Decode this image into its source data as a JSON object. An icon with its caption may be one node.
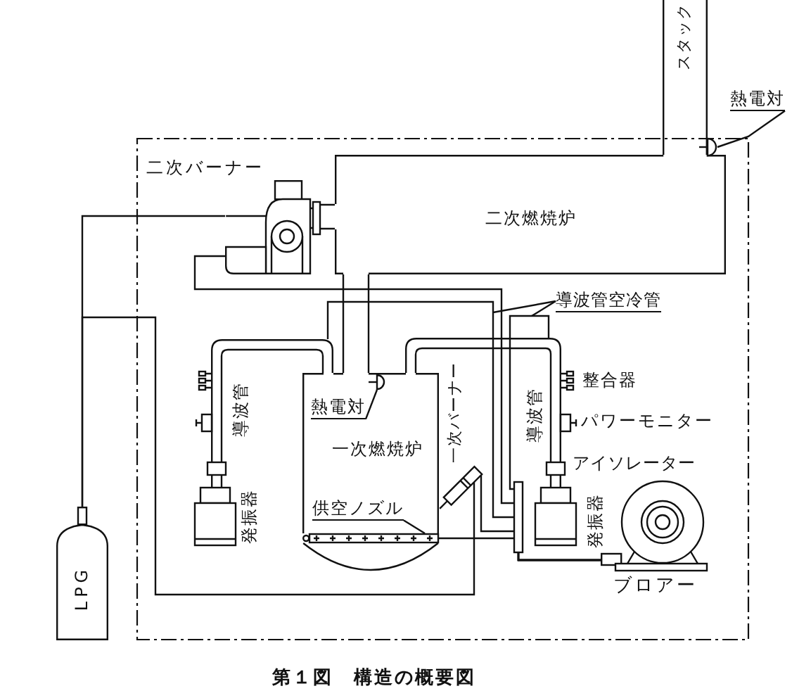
{
  "diagram": {
    "caption": "第１図　構造の概要図",
    "nodes": [
      {
        "text": [
          "スタック"
        ]
      },
      {
        "text": [
          "熱電対"
        ]
      },
      {
        "text": [],
        "shape": "picture"
      },
      {
        "text": [],
        "shape": "picture",
        "beside": [
          "二次バーナー"
        ]
      },
      {
        "text": [
          "二次燃焼炉"
        ]
      },
      {
        "text": [
          "導波管空冷管"
        ]
      },
      {
        "text": [
          "導波管"
        ]
      },
      {
        "text": [
          "一次燃焼炉"
        ]
      },
      {
        "text": [
          "熱電対"
        ],
        "in": 7
      },
      {
        "text": [],
        "shape": "picture",
        "in": 7
      },
      {
        "text": [],
        "shape": "picture",
        "beside": [
          "導波管"
        ]
      },
      {
        "text": [],
        "shape": "picture",
        "beside": [
          "一次バーナー"
        ]
      },
      {
        "text": [
          "供空ノズル"
        ],
        "in": 7
      },
      {
        "text": [],
        "shape": "bar",
        "in": 7
      },
      {
        "text": [
          "LPG"
        ]
      },
      {
        "text": [],
        "shape": "picture",
        "beside": [
          "ブロアー"
        ]
      }
    ],
    "edges": [
      {
        "from": 1,
        "to": 2,
        "arrow": "none"
      },
      {
        "from": 5,
        "to": null,
        "arrow": "none"
      },
      {
        "from": 5,
        "to": null,
        "arrow": "none"
      },
      {
        "from": 8,
        "to": 9,
        "arrow": "none"
      },
      {
        "from": 12,
        "to": 13,
        "arrow": "none"
      },
      {
        "from": 14,
        "to": 3,
        "arrow": "none"
      },
      {
        "from": 14,
        "to": 11,
        "arrow": "none"
      },
      {
        "from": 15,
        "to": 3,
        "arrow": "none"
      },
      {
        "from": 15,
        "to": 6,
        "arrow": "none"
      },
      {
        "from": 15,
        "to": 10,
        "arrow": "none"
      },
      {
        "from": 15,
        "to": 11,
        "arrow": "none"
      },
      {
        "from": 15,
        "to": 13,
        "arrow": "none"
      },
      {
        "from": 7,
        "to": 4,
        "arrow": "none"
      }
    ],
    "labels": [
      "整合器",
      "パワーモニター",
      "アイソレーター",
      "発振器",
      "発振器"
    ]
  }
}
